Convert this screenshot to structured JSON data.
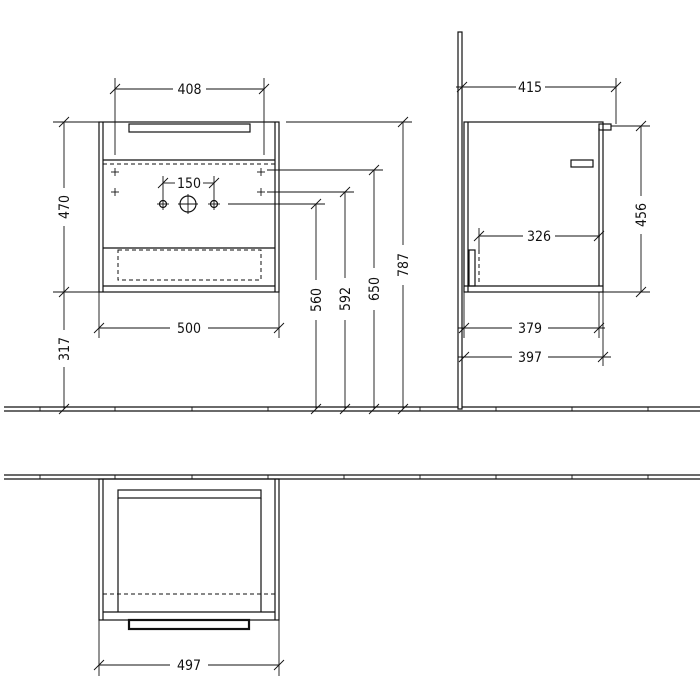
{
  "dimensions": {
    "front_top_width": "408",
    "hole_spacing": "150",
    "front_height": "470",
    "front_width": "500",
    "floor_clearance": "317",
    "drain_height": "560",
    "water_height_1": "592",
    "water_height_2": "650",
    "total_height": "787",
    "side_top_depth": "415",
    "side_height": "456",
    "side_inner_depth": "326",
    "side_depth": "379",
    "side_total_depth": "397",
    "plan_width": "497"
  }
}
